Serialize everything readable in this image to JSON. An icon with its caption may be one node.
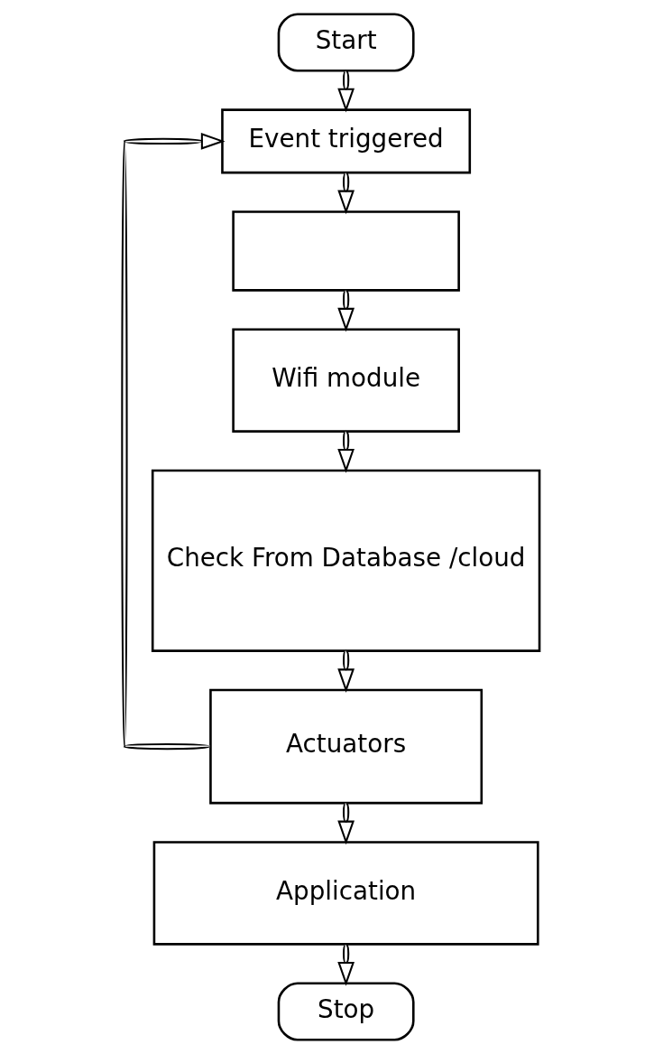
{
  "diagram": {
    "nodes": [
      {
        "text": [
          "Start"
        ]
      },
      {
        "text": [
          "Event triggered"
        ]
      },
      {
        "text": [],
        "shape": "box"
      },
      {
        "text": [
          "Wifi module"
        ]
      },
      {
        "text": [
          "Check From Database /cloud"
        ]
      },
      {
        "text": [
          "Actuators"
        ]
      },
      {
        "text": [
          "Application"
        ]
      },
      {
        "text": [
          "Stop"
        ]
      }
    ],
    "edges": [
      {
        "from": 0,
        "to": 1,
        "arrow": "to"
      },
      {
        "from": 1,
        "to": 2,
        "arrow": "to"
      },
      {
        "from": 2,
        "to": 3,
        "arrow": "to"
      },
      {
        "from": 3,
        "to": 4,
        "arrow": "to"
      },
      {
        "from": 4,
        "to": 5,
        "arrow": "to"
      },
      {
        "from": 5,
        "to": 6,
        "arrow": "to"
      },
      {
        "from": 6,
        "to": 7,
        "arrow": "to"
      },
      {
        "from": 5,
        "to": 1,
        "arrow": "to"
      }
    ]
  }
}
